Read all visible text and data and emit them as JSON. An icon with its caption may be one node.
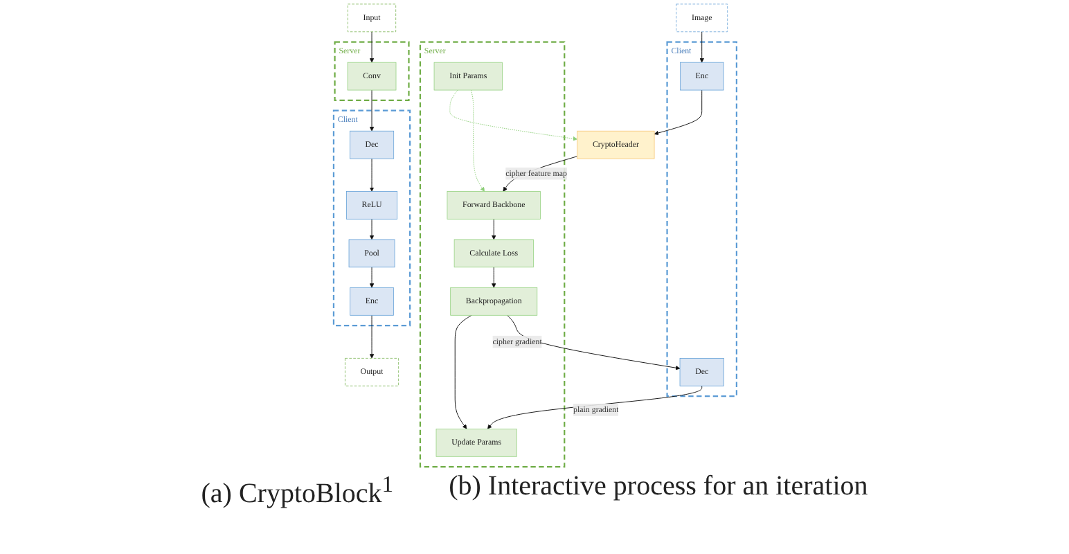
{
  "diagram": {
    "nodes": [
      {
        "text": [
          "Input"
        ]
      },
      {
        "text": [
          "Server"
        ]
      },
      {
        "text": [
          "Conv"
        ],
        "in": 1
      },
      {
        "text": [
          "Client"
        ]
      },
      {
        "text": [
          "Dec"
        ],
        "in": 3
      },
      {
        "text": [
          "ReLU"
        ],
        "in": 3
      },
      {
        "text": [
          "Pool"
        ],
        "in": 3
      },
      {
        "text": [
          "Enc"
        ],
        "in": 3
      },
      {
        "text": [
          "Output"
        ]
      },
      {
        "text": [
          "Image"
        ]
      },
      {
        "text": [
          "Server"
        ]
      },
      {
        "text": [
          "Init Params"
        ],
        "in": 10
      },
      {
        "text": [
          "Forward Backbone"
        ],
        "in": 10
      },
      {
        "text": [
          "Calculate Loss"
        ],
        "in": 10
      },
      {
        "text": [
          "Backpropagation"
        ],
        "in": 10
      },
      {
        "text": [
          "Update Params"
        ],
        "in": 10
      },
      {
        "text": [
          "Client"
        ]
      },
      {
        "text": [
          "Enc"
        ],
        "in": 16
      },
      {
        "text": [
          "Dec"
        ],
        "in": 16
      },
      {
        "text": [
          "CryptoHeader"
        ]
      }
    ],
    "edges": [
      {
        "from": 0,
        "to": 2,
        "arrow": "to"
      },
      {
        "from": 2,
        "to": 4,
        "arrow": "to"
      },
      {
        "from": 4,
        "to": 5,
        "arrow": "to"
      },
      {
        "from": 5,
        "to": 6,
        "arrow": "to"
      },
      {
        "from": 6,
        "to": 7,
        "arrow": "to"
      },
      {
        "from": 7,
        "to": 8,
        "arrow": "to"
      },
      {
        "from": 9,
        "to": 17,
        "arrow": "to"
      },
      {
        "from": 17,
        "to": 19,
        "arrow": "to"
      },
      {
        "from": 11,
        "to": 19,
        "arrow": "to",
        "style": "dashed",
        "color": "#8fcf7a"
      },
      {
        "from": 11,
        "to": 12,
        "arrow": "to",
        "style": "dashed",
        "color": "#8fcf7a"
      },
      {
        "from": 19,
        "to": 12,
        "arrow": "to",
        "label": "cipher feature map"
      },
      {
        "from": 12,
        "to": 13,
        "arrow": "to"
      },
      {
        "from": 13,
        "to": 14,
        "arrow": "to"
      },
      {
        "from": 14,
        "to": 15,
        "arrow": "to"
      },
      {
        "from": 14,
        "to": 18,
        "arrow": "to",
        "label": "cipher gradient"
      },
      {
        "from": 18,
        "to": 15,
        "arrow": "to",
        "label": "plain gradient"
      }
    ],
    "labels": [
      "(a) CryptoBlock$^{1}$",
      "(b) Interactive process for an iteration"
    ]
  }
}
